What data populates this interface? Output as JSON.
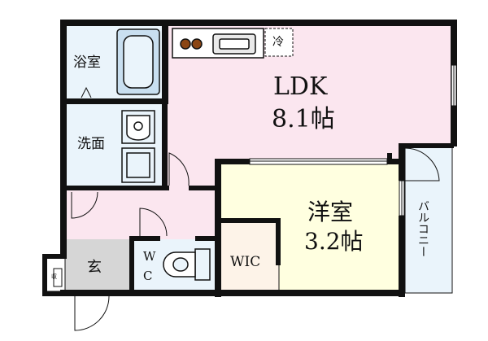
{
  "rooms": {
    "bath": "浴室",
    "washroom": "洗面",
    "ldk_name": "LDK",
    "ldk_size": "8.1帖",
    "western_name": "洋室",
    "western_size": "3.2帖",
    "wic": "WIC",
    "toilet_w": "W",
    "toilet_c": "C",
    "entrance": "玄",
    "balcony": "バルコニー",
    "fridge": "冷",
    "shoe": "収"
  },
  "colors": {
    "ldk": "#fbe6ef",
    "western": "#ffffe0",
    "wet": "#eaf4fb",
    "entrance": "#d6d6d6",
    "wic": "#fdf3e8",
    "wall": "#111111"
  }
}
